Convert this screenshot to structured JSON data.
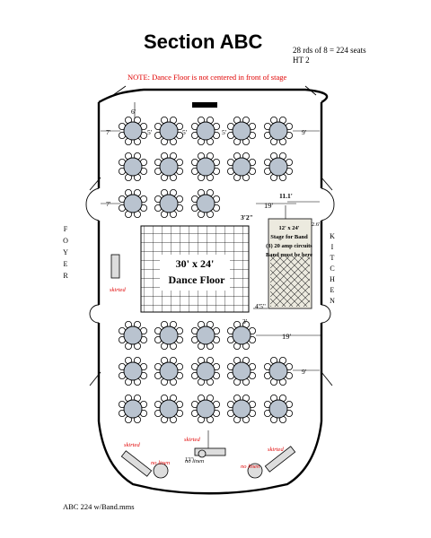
{
  "header": {
    "title": "Section ABC",
    "seat_summary": "28 rds of 8 = 224 seats",
    "table_ref": "HT 2",
    "note": "NOTE:  Dance Floor is not centered in front of stage"
  },
  "labels": {
    "foyer": [
      "F",
      "O",
      "Y",
      "E",
      "R"
    ],
    "kitchen": [
      "K",
      "I",
      "T",
      "C",
      "H",
      "E",
      "N"
    ],
    "dance_floor_size": "30' x 24'",
    "dance_floor_name": "Dance Floor",
    "stage_size": "12' x 24'",
    "stage_line1": "Stage for Band",
    "stage_line2": "(3) 20 amp circuits",
    "stage_line3": "Band must be here",
    "skirted_1": "skirted",
    "skirted_2": "skirted",
    "skirted_3": "skirted",
    "skirted_4": "skirted",
    "no_linen_1": "no linen",
    "no_linen_2": "no linen",
    "no_linen_3": "no linen"
  },
  "dimensions": {
    "d_6": "6'",
    "d_7_top": "7'",
    "d_5_a": "5'",
    "d_5_b": "5'",
    "d_5_c": "5'",
    "d_9_top": "9'",
    "d_7_mid": "7'",
    "d_11_1": "11.1'",
    "d_19_top": "19'",
    "d_3_2": "3'2\"",
    "d_2_6": "2.6'",
    "d_45": "4'5\"",
    "d_3_low": "3'",
    "d_19_low": "19'",
    "d_9_low": "9'",
    "d_1_1": "1'1\""
  },
  "footer": {
    "filename": "ABC 224 w/Band.mms"
  }
}
